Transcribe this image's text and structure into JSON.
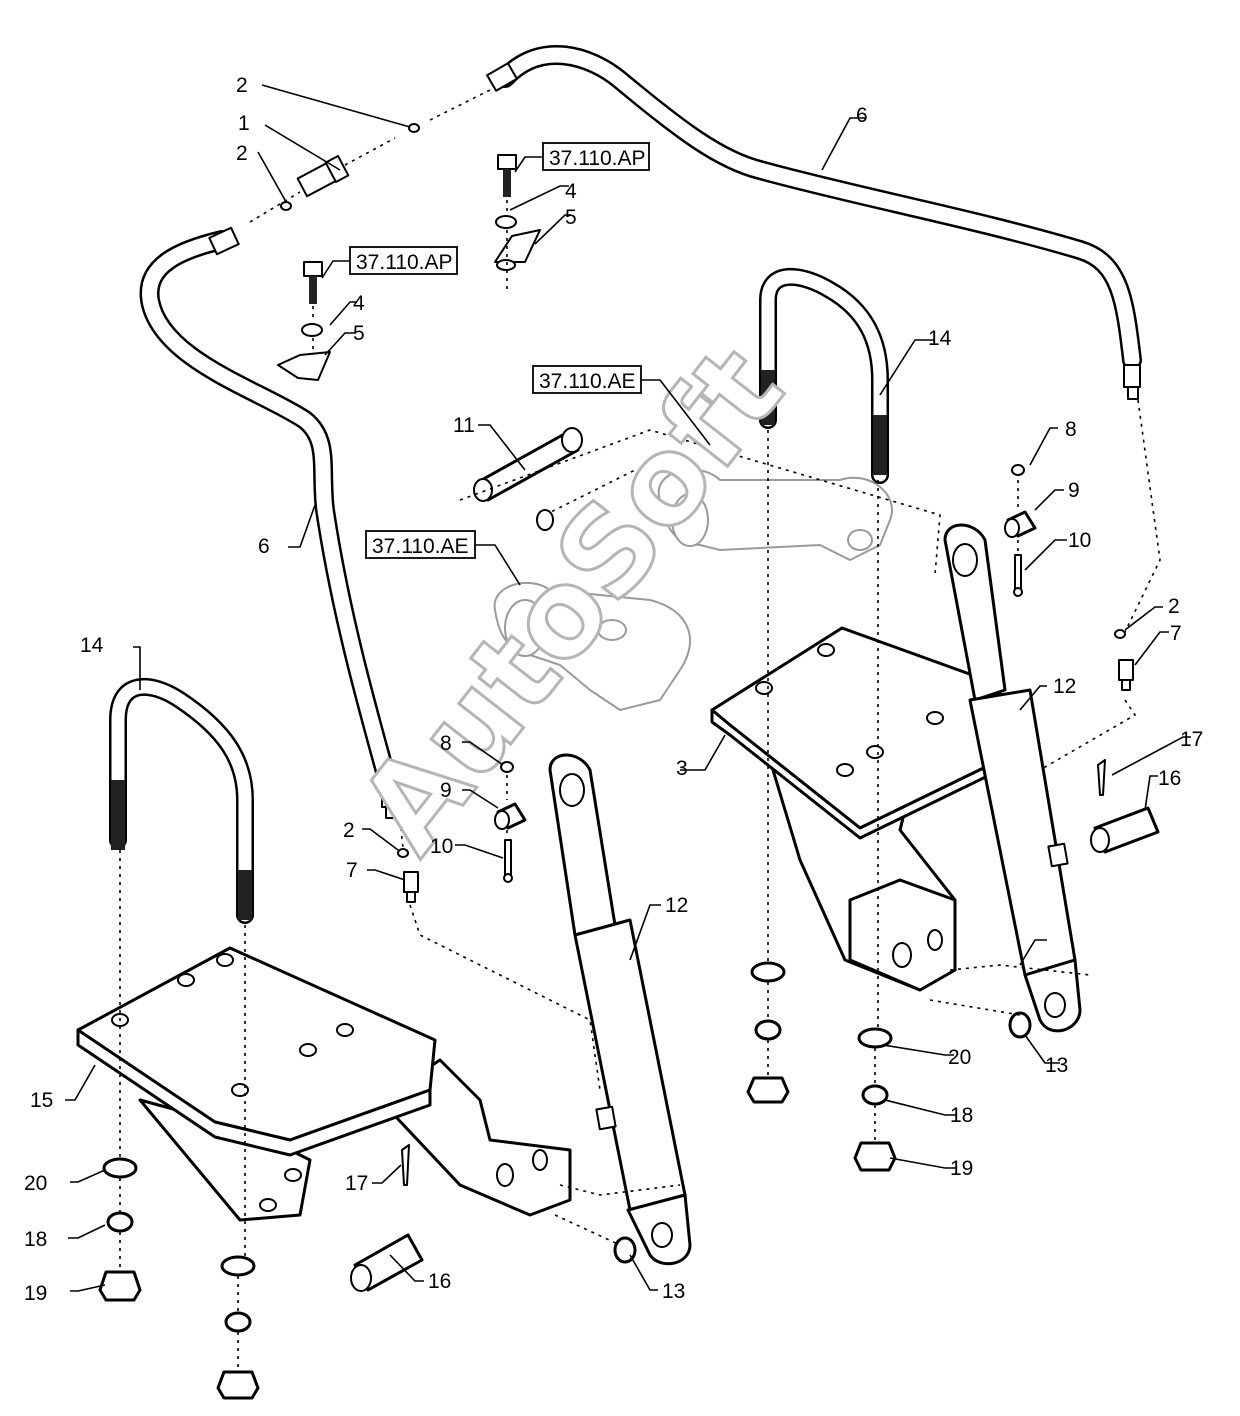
{
  "callouts": {
    "c1": "1",
    "c2a": "2",
    "c2b": "2",
    "c2c": "2",
    "c2d": "2",
    "c3": "3",
    "c4a": "4",
    "c4b": "4",
    "c5a": "5",
    "c5b": "5",
    "c6a": "6",
    "c6b": "6",
    "c7a": "7",
    "c7b": "7",
    "c8a": "8",
    "c8b": "8",
    "c9a": "9",
    "c9b": "9",
    "c10a": "10",
    "c10b": "10",
    "c11": "11",
    "c12a": "12",
    "c12b": "12",
    "c13a": "13",
    "c13b": "13",
    "c14a": "14",
    "c14b": "14",
    "c15": "15",
    "c16a": "16",
    "c16b": "16",
    "c17a": "17",
    "c17b": "17",
    "c18a": "18",
    "c18b": "18",
    "c19a": "19",
    "c19b": "19",
    "c20a": "20",
    "c20b": "20"
  },
  "references": {
    "ref_ap_upper": "37.110.AP",
    "ref_ap_lower": "37.110.AP",
    "ref_ae_upper": "37.110.AE",
    "ref_ae_lower": "37.110.AE"
  },
  "watermark": "AutoSoft"
}
